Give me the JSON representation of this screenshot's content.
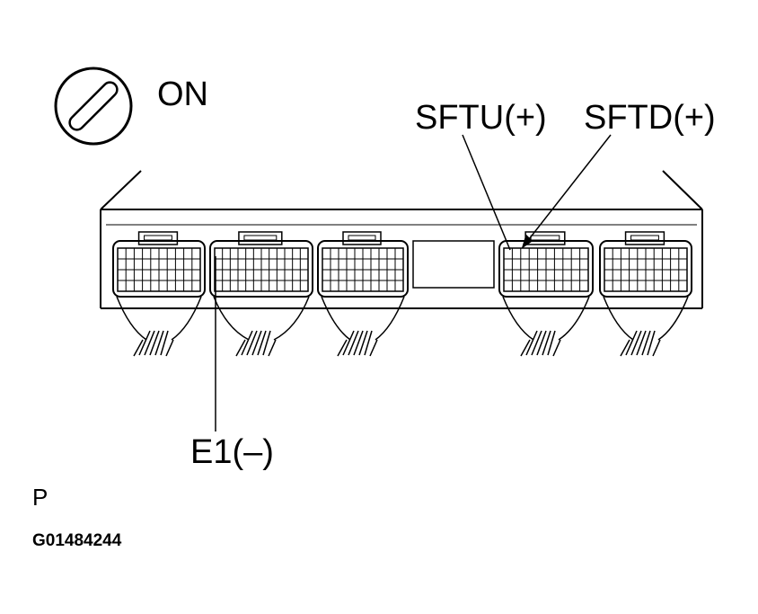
{
  "ignition": {
    "icon": "ignition-switch-icon",
    "state_label": "ON"
  },
  "terminals": {
    "sftu": "SFTU(+)",
    "sftd": "SFTD(+)",
    "e1": "E1(–)"
  },
  "position_mark": "P",
  "figure_code": "G01484244",
  "colors": {
    "line": "#000000",
    "background": "#ffffff"
  }
}
